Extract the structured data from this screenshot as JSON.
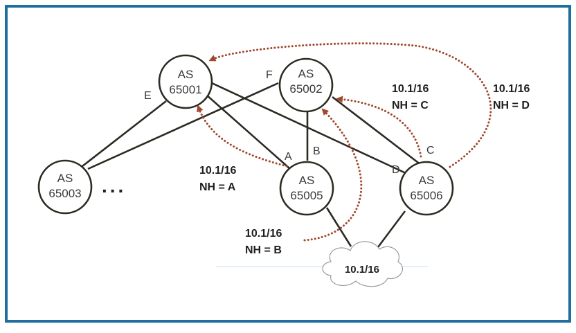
{
  "colors": {
    "frame": "#1f6e9e",
    "link": "#2b2b23",
    "advert": "#a0482d",
    "node_stroke": "#2b2b23",
    "cloud_stroke": "#9a9a9a",
    "network_line": "#c6dff0"
  },
  "nodes": [
    {
      "id": "as65001",
      "line1": "AS",
      "line2": "65001"
    },
    {
      "id": "as65002",
      "line1": "AS",
      "line2": "65002"
    },
    {
      "id": "as65003",
      "line1": "AS",
      "line2": "65003"
    },
    {
      "id": "as65005",
      "line1": "AS",
      "line2": "65005"
    },
    {
      "id": "as65006",
      "line1": "AS",
      "line2": "65006"
    }
  ],
  "ports": [
    "E",
    "F",
    "A",
    "B",
    "C",
    "D"
  ],
  "ellipsis": "...",
  "network": {
    "prefix": "10.1/16"
  },
  "advertisements": [
    {
      "id": "nh-a",
      "line1": "10.1/16",
      "line2": "NH = A"
    },
    {
      "id": "nh-b",
      "line1": "10.1/16",
      "line2": "NH = B"
    },
    {
      "id": "nh-c",
      "line1": "10.1/16",
      "line2": "NH = C"
    },
    {
      "id": "nh-d",
      "line1": "10.1/16",
      "line2": "NH = D"
    }
  ]
}
